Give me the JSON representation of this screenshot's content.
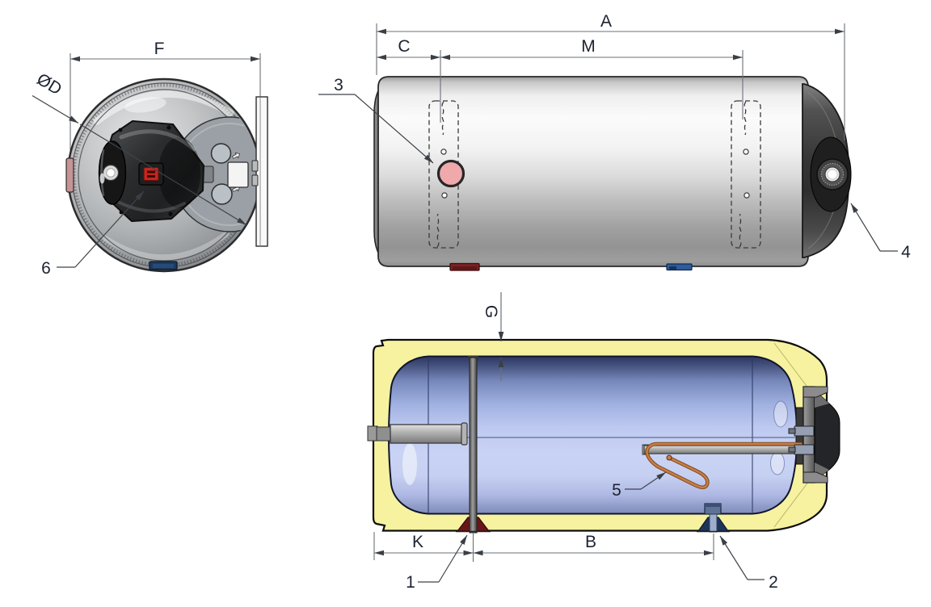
{
  "drawing": {
    "kind": "water-heater-technical-drawing",
    "dims": {
      "A": "A",
      "C": "C",
      "M": "M",
      "F": "F",
      "K": "K",
      "B": "B",
      "G": "G",
      "D": "ØD"
    },
    "callouts": {
      "c1": "1",
      "c2": "2",
      "c3": "3",
      "c4": "4",
      "c5": "5",
      "c6": "6"
    },
    "colors": {
      "insulation_yellow": "#f6f29f",
      "tank_blue_mid": "#b7c2ec",
      "body_gray": "#d9d9d9",
      "cap_dark_gray": "#3a3a3a",
      "copper_dark": "#84491d",
      "copper_light": "#c87f45",
      "inlet_red": "#6b1517",
      "outlet_blue": "#1d3558",
      "side_inlet_tab_red": "#7c2123",
      "side_outlet_tab_blue": "#2d5c9f",
      "sensor_port_pink": "#efa9ab",
      "switch_red": "#c0281f"
    }
  }
}
